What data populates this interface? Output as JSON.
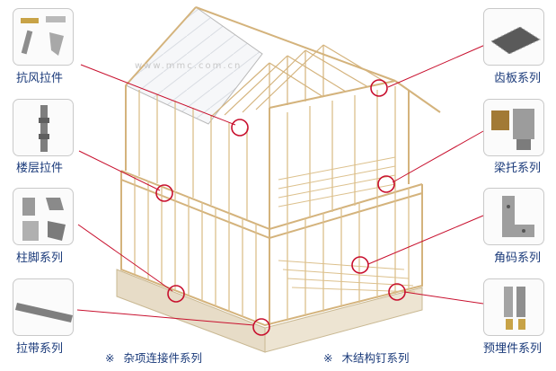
{
  "watermark": "www.mmc.com.cn",
  "left_labels": [
    "抗风拉件",
    "楼层拉件",
    "柱脚系列",
    "拉带系列"
  ],
  "right_labels": [
    "齿板系列",
    "梁托系列",
    "角码系列",
    "预埋件系列"
  ],
  "footer": {
    "left_mark": "※",
    "left_text": "杂项连接件系列",
    "right_mark": "※",
    "right_text": "木结构钉系列"
  },
  "colors": {
    "leader": "#c8102e",
    "frame": "#d4b37c",
    "label": "#1a3a7a"
  }
}
